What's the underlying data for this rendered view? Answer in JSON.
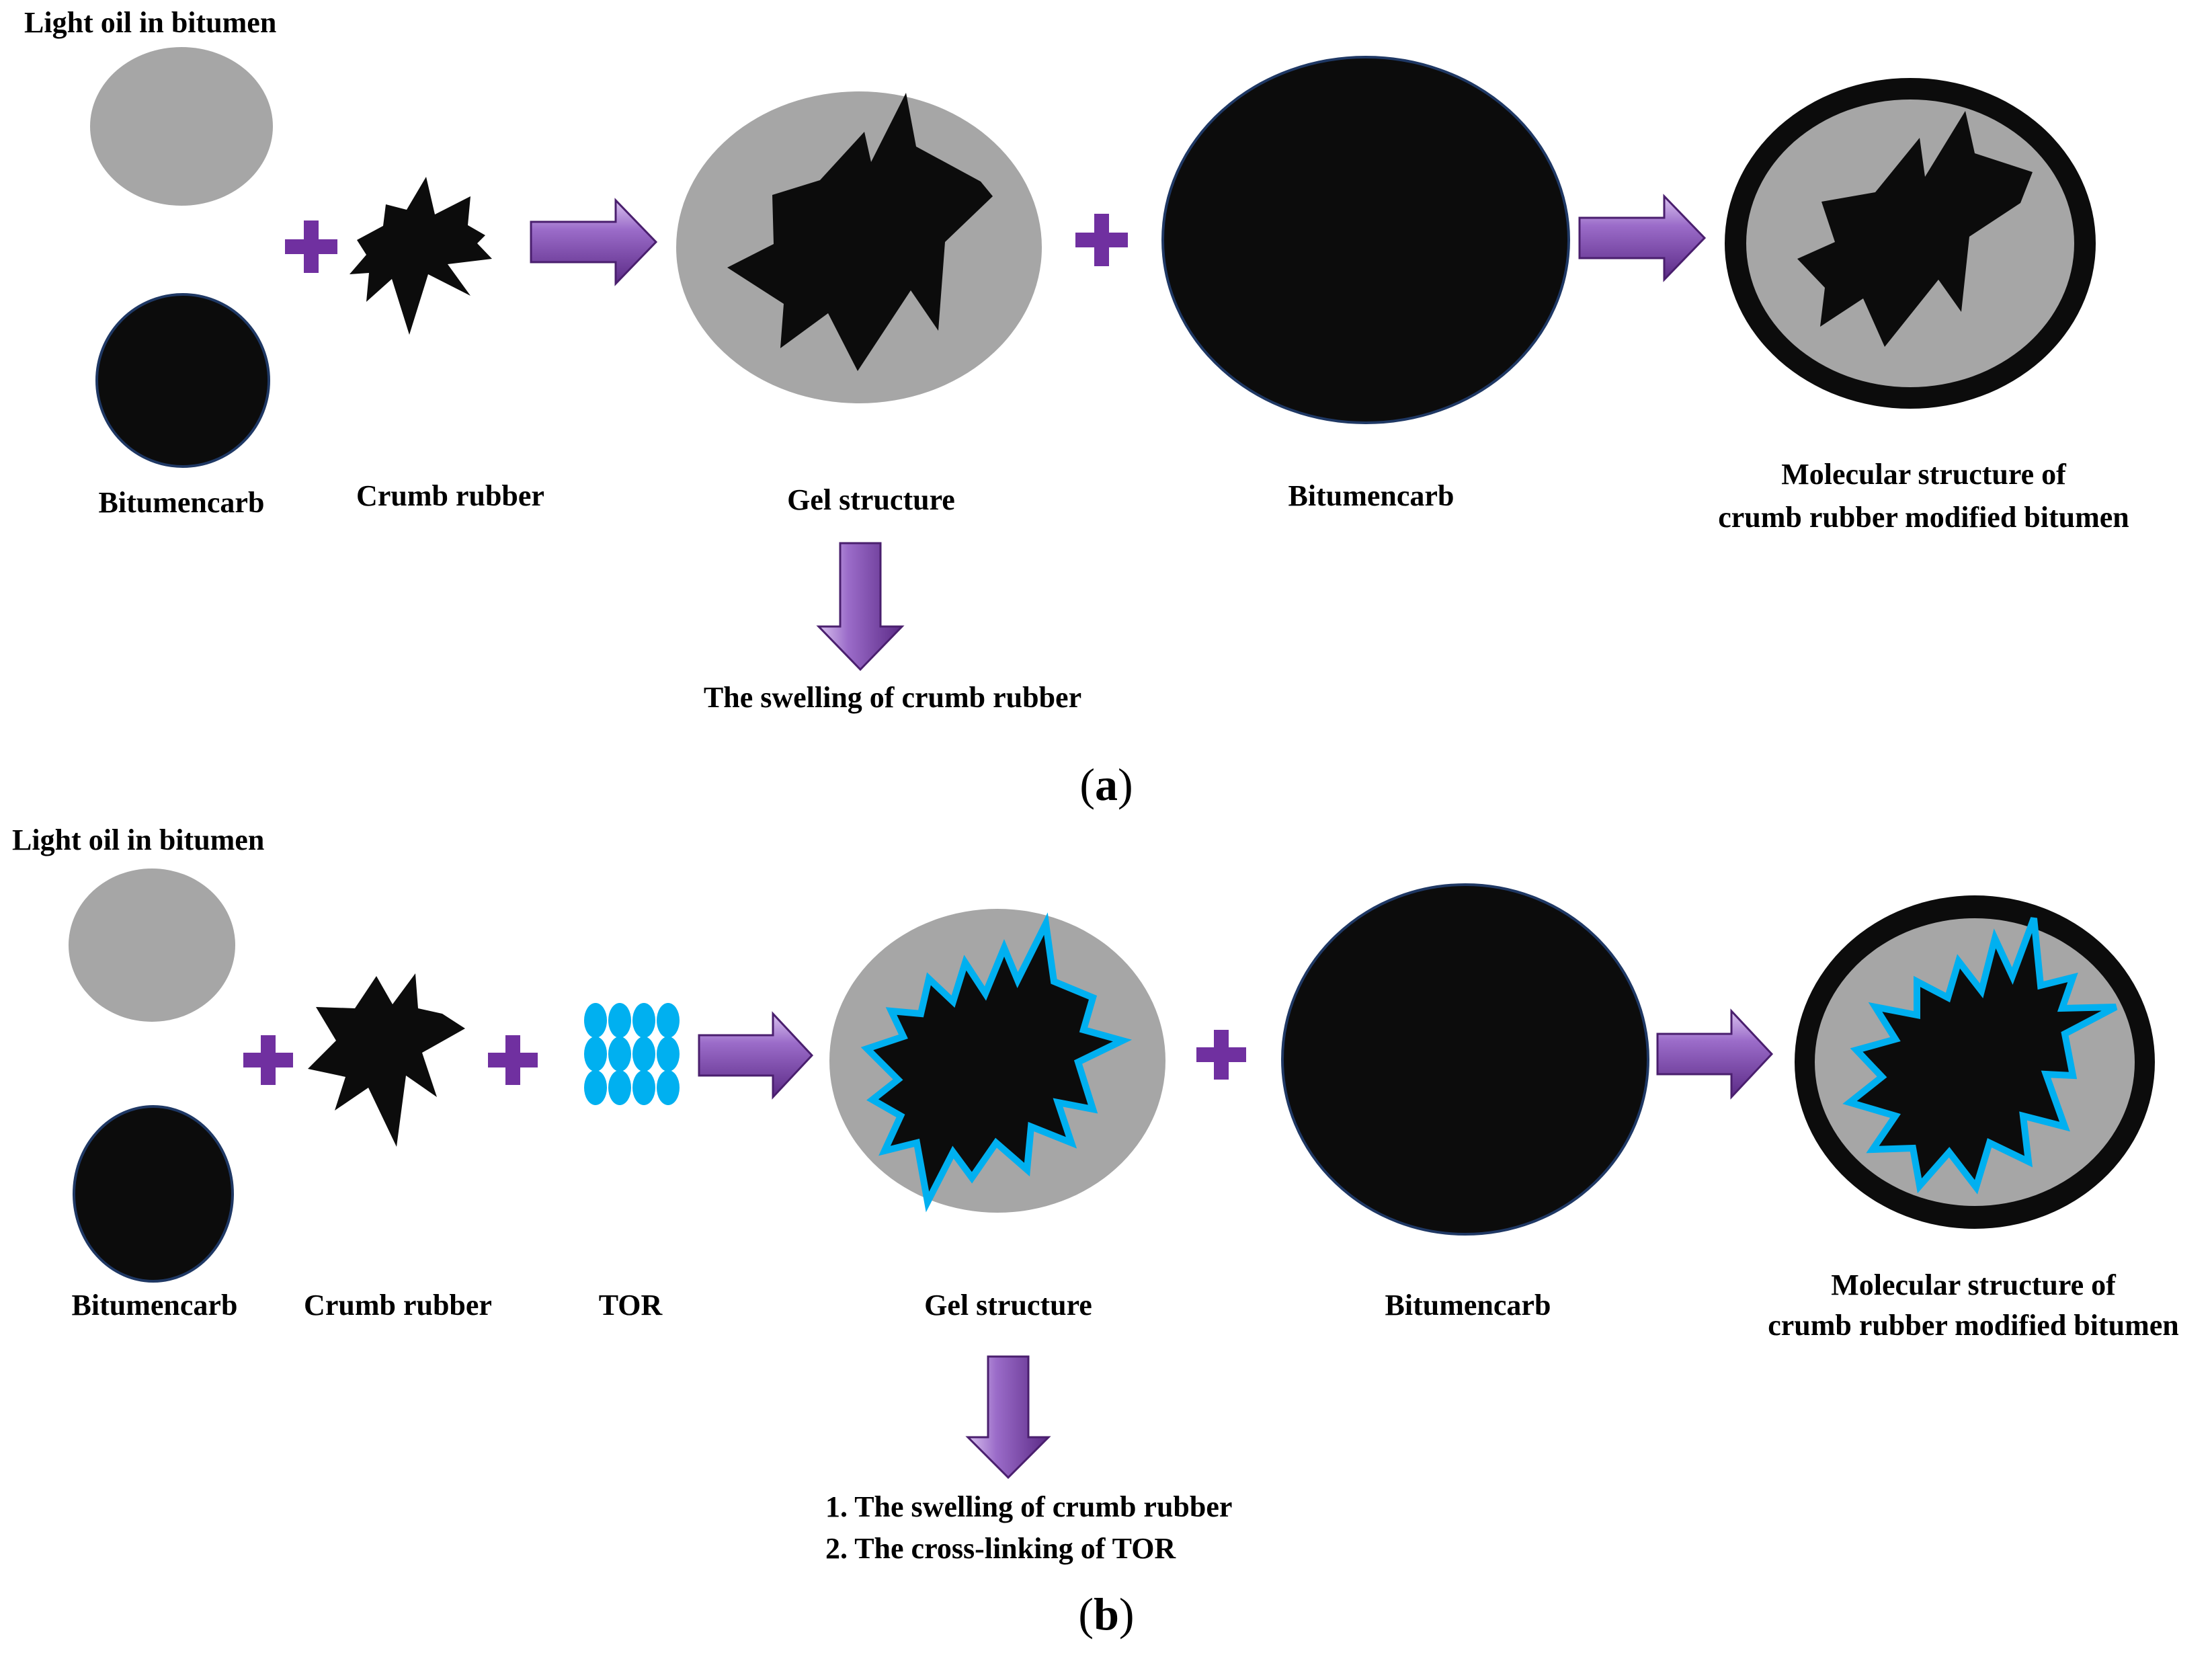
{
  "colors": {
    "light_oil": "#a6a6a6",
    "bitumen": "#0c0c0c",
    "outline": "#1f3864",
    "plus": "#7030a0",
    "arrow_light": "#b58fd8",
    "arrow_dark": "#5b2a86",
    "tor": "#00b0f0"
  },
  "panel_a": {
    "light_oil_label": "Light oil in bitumen",
    "bitumencarb_left_label": "Bitumencarb",
    "crumb_rubber_label": "Crumb rubber",
    "gel_structure_label": "Gel structure",
    "bitumencarb_right_label": "Bitumencarb",
    "result_label_line1": "Molecular structure of",
    "result_label_line2": "crumb rubber modified bitumen",
    "outcome_line1": "The swelling of crumb rubber",
    "panel_letter": "a"
  },
  "panel_b": {
    "light_oil_label": "Light oil in bitumen",
    "bitumencarb_left_label": "Bitumencarb",
    "crumb_rubber_label": "Crumb rubber",
    "tor_label": "TOR",
    "gel_structure_label": "Gel structure",
    "bitumencarb_right_label": "Bitumencarb",
    "result_label_line1": "Molecular structure of",
    "result_label_line2": "crumb rubber modified bitumen",
    "outcome_line1": "1. The swelling of crumb rubber",
    "outcome_line2": "2. The cross-linking of TOR",
    "panel_letter": "b"
  }
}
